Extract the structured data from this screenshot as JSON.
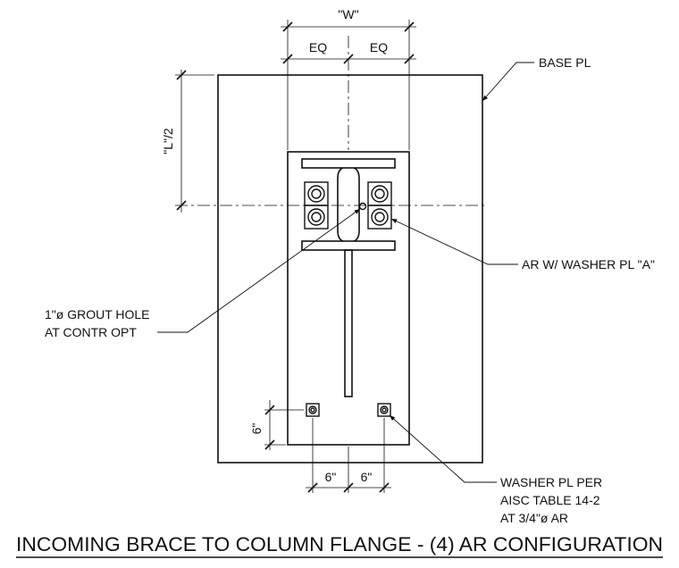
{
  "labels": {
    "w_dim": "\"W\"",
    "eq_left": "EQ",
    "eq_right": "EQ",
    "half_l_dim": "\"L\"/2",
    "base_pl": "BASE PL",
    "ar_washer": "AR W/ WASHER PL \"A\"",
    "grout_line1": "1\"ø GROUT HOLE",
    "grout_line2": "AT CONTR OPT",
    "six_vertical": "6\"",
    "six_bottom_left": "6\"",
    "six_bottom_right": "6\"",
    "washer_line1": "WASHER PL PER",
    "washer_line2": "AISC TABLE 14-2",
    "washer_line3": "AT 3/4\"ø AR"
  },
  "title": "INCOMING BRACE TO COLUMN FLANGE - (4) AR CONFIGURATION",
  "colors": {
    "line": "#111111",
    "background": "#ffffff"
  }
}
